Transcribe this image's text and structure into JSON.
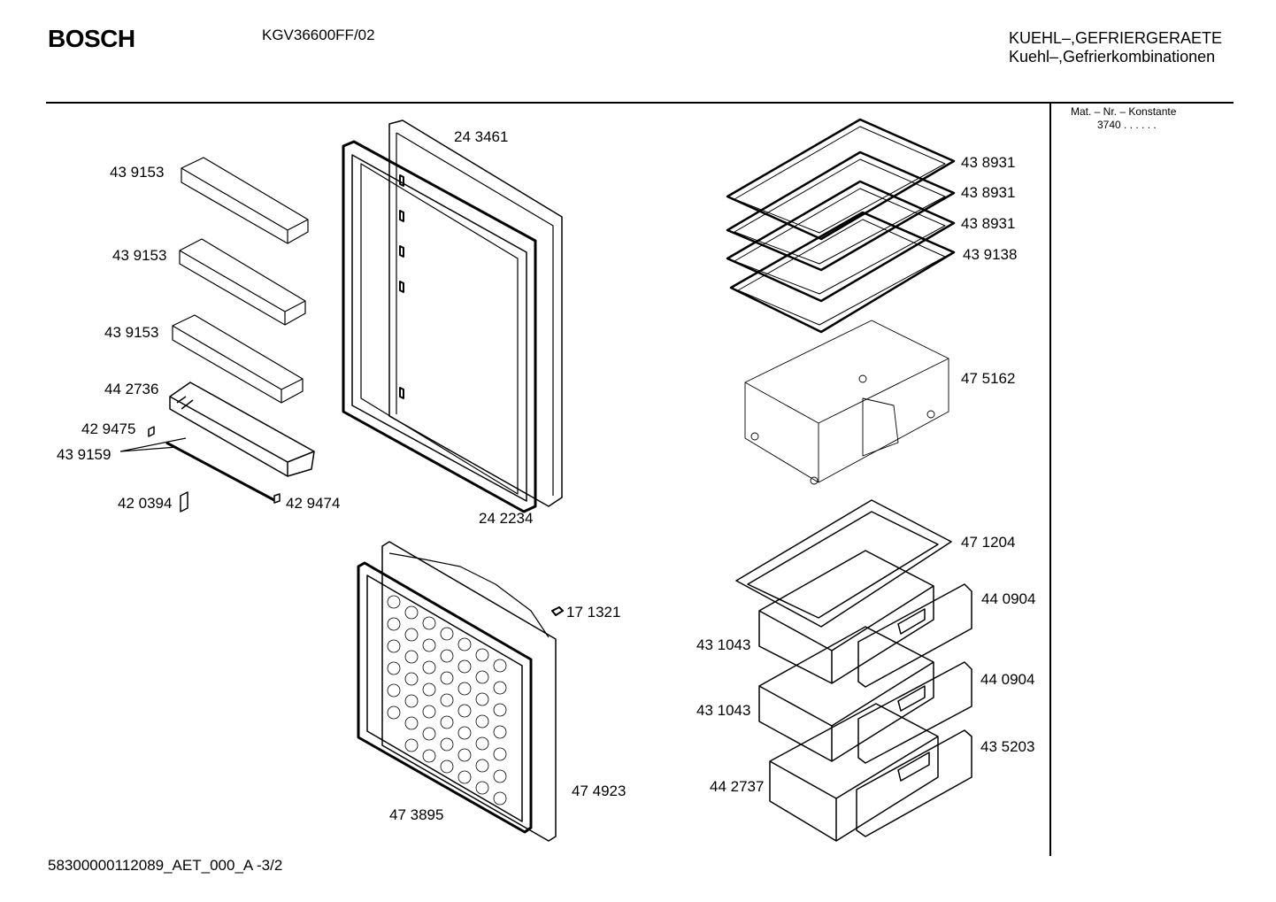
{
  "header": {
    "brand": "BOSCH",
    "model": "KGV36600FF/02",
    "category_line1": "KUEHL–,GEFRIERGERAETE",
    "category_line2": "Kuehl–,Gefrierkombinationen"
  },
  "sidebar": {
    "mat_label": "Mat. – Nr. – Konstante",
    "mat_value": "3740  .  .  .  .  .  ."
  },
  "footer": {
    "doc_id": "58300000112089_AET_000_A  -3/2"
  },
  "parts": {
    "shelf_top": "43 9153",
    "shelf_mid": "43 9153",
    "shelf_low": "43 9153",
    "bottle_shelf": "44 2736",
    "clip_left": "42 9475",
    "rail": "43 9159",
    "bracket": "42 0394",
    "clip_right": "42 9474",
    "door_frame": "24 3461",
    "door_gasket": "24 2234",
    "glass_1": "43 8931",
    "glass_2": "43 8931",
    "glass_3": "43 8931",
    "glass_4": "43 9138",
    "crisper_box": "47 5162",
    "tray_lid": "47 1204",
    "drawer_front_1": "44 0904",
    "drawer_body_1": "43 1043",
    "drawer_front_2": "44 0904",
    "drawer_body_2": "43 1043",
    "drawer_front_3": "43 5203",
    "drawer_body_3": "44 2737",
    "hinge_part": "17 1321",
    "freezer_door": "47 4923",
    "freezer_gasket": "47 3895"
  }
}
